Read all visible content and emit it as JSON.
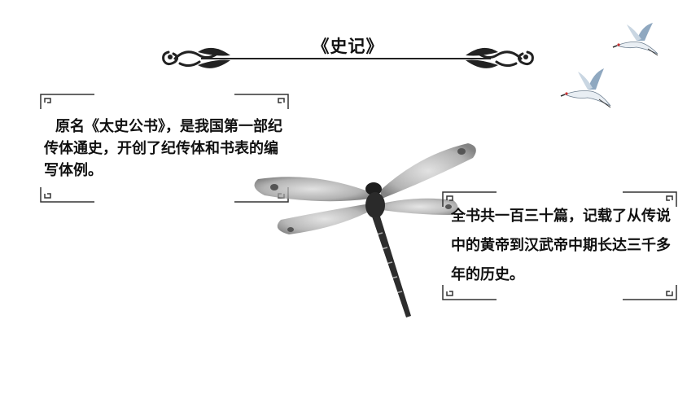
{
  "slide": {
    "title": "《史记》",
    "left_text": "原名《太史公书》，是我国第一部纪传体通史，开创了纪传体和书表的编写体例。",
    "right_text": "全书共一百三十篇，记载了从传说中的黄帝到汉武帝中期长达三千多年的历史。"
  },
  "colors": {
    "text": "#111111",
    "ornament": "#222222",
    "background": "#ffffff"
  },
  "icons": [
    "title-scroll-ornament",
    "dragonfly-illustration",
    "crane-icon"
  ]
}
